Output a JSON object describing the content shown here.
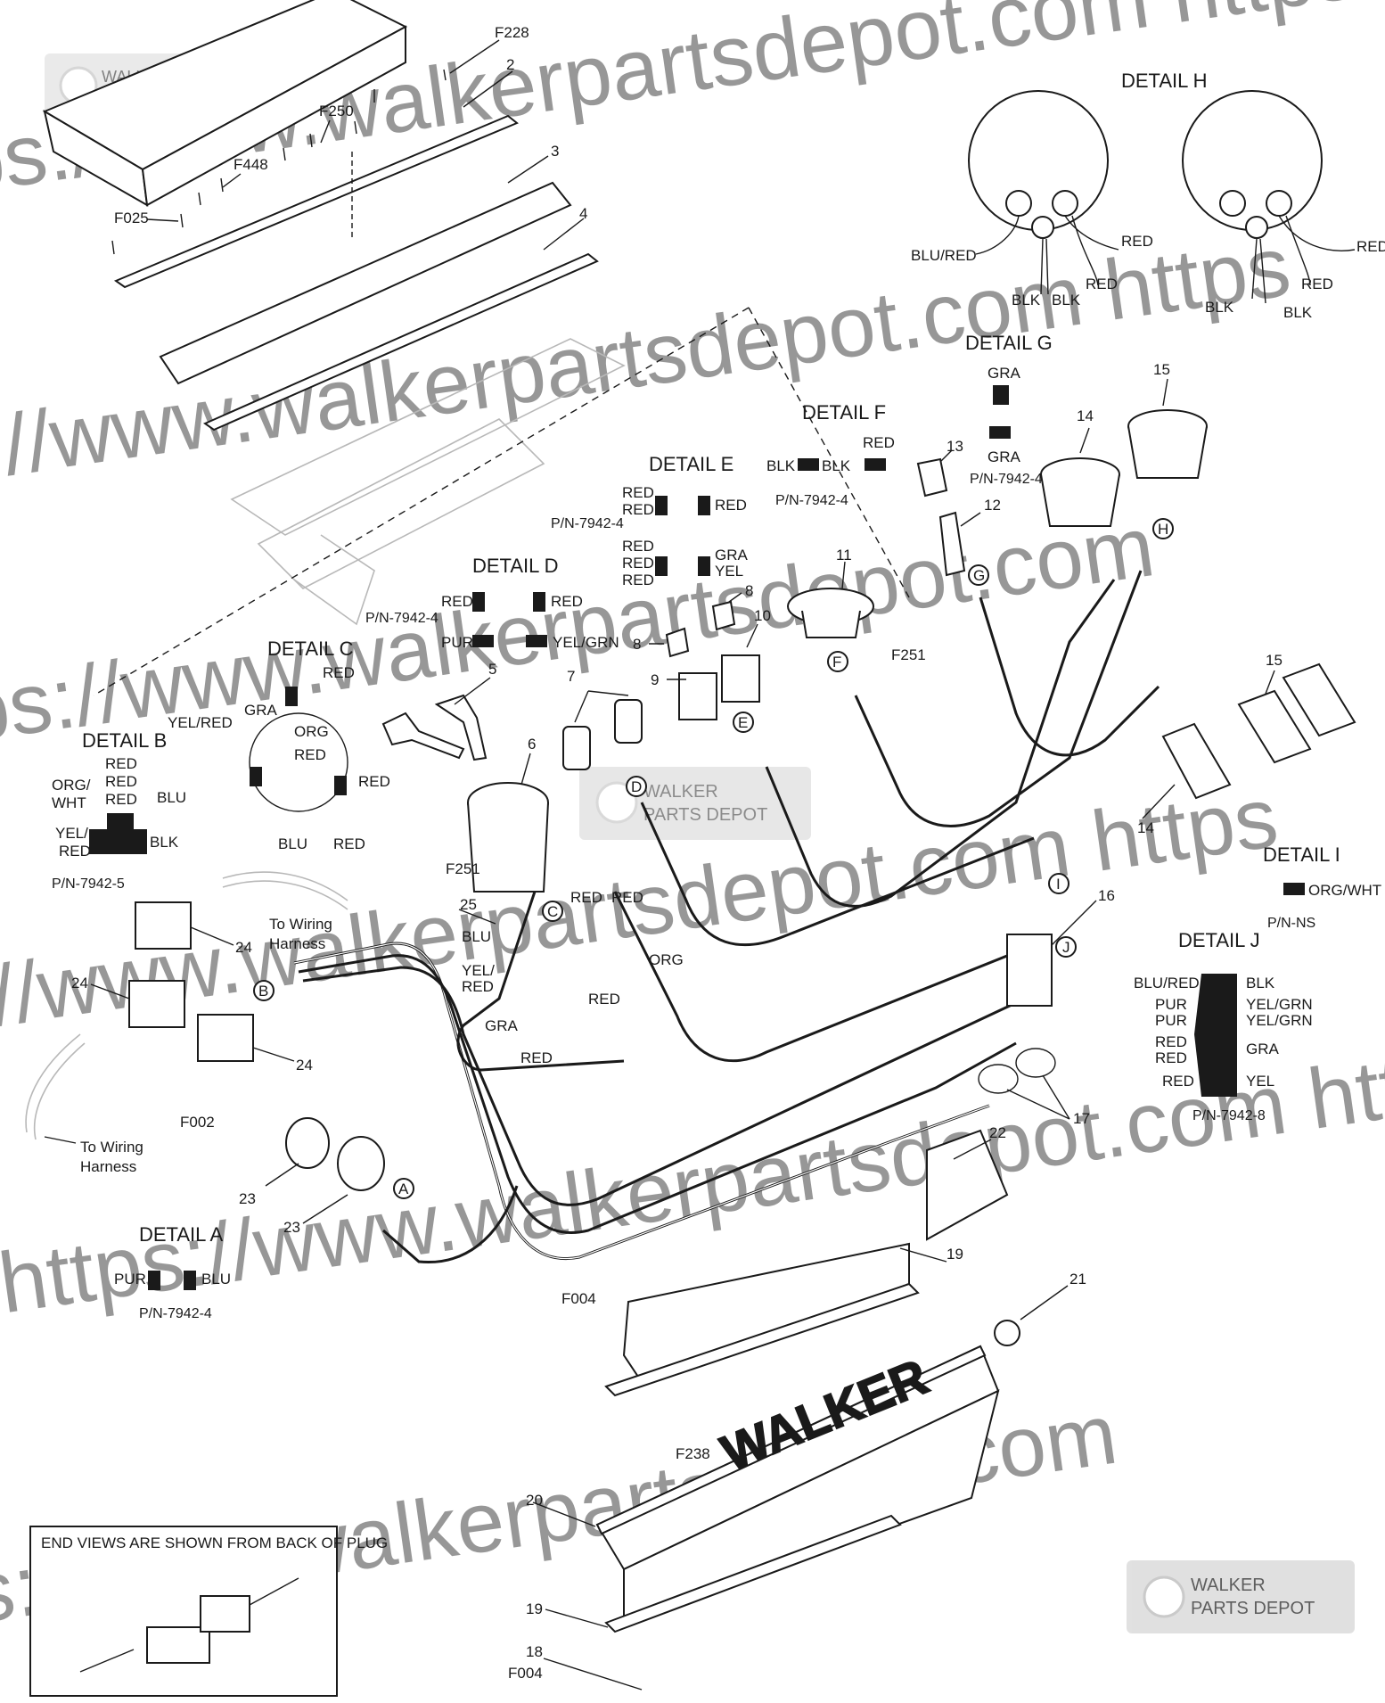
{
  "watermark": {
    "lines": [
      "https://www.walkerpartsdepot.com  https://",
      "https://www.walkerpartsdepot.com  https",
      "https://www.walkerpartsdepot.com",
      "https://www.walkerpartsdepot.com  https",
      "https://www.walkerpartsdepot.com  https",
      "https://www.walkerpartsdepot.com"
    ],
    "logo_text_1": "WALKER",
    "logo_text_2": "PARTS DEPOT"
  },
  "details": {
    "a": {
      "title": "DETAIL A",
      "wires": [
        "PUR",
        "BLU"
      ],
      "pn": "P/N-7942-4"
    },
    "b": {
      "title": "DETAIL B",
      "wires": [
        "RED",
        "RED",
        "RED",
        "ORG/",
        "WHT",
        "BLU",
        "YEL/",
        "RED",
        "BLK"
      ],
      "pn": "P/N-7942-5"
    },
    "c": {
      "title": "DETAIL C",
      "wires": [
        "RED",
        "GRA",
        "YEL/RED",
        "ORG",
        "RED",
        "RED",
        "BLU",
        "RED"
      ]
    },
    "d": {
      "title": "DETAIL D",
      "wires": [
        "RED",
        "RED",
        "PUR",
        "YEL/GRN"
      ],
      "pn": "P/N-7942-4"
    },
    "e": {
      "title": "DETAIL E",
      "wires": [
        "RED",
        "RED",
        "RED",
        "RED",
        "RED",
        "RED",
        "GRA",
        "YEL"
      ],
      "pn": "P/N-7942-4"
    },
    "f": {
      "title": "DETAIL F",
      "wires": [
        "BLK",
        "BLK",
        "RED"
      ],
      "pn": "P/N-7942-4"
    },
    "g": {
      "title": "DETAIL G",
      "wires": [
        "GRA",
        "GRA"
      ],
      "pn": "P/N-7942-4"
    },
    "h": {
      "title": "DETAIL H",
      "wires": [
        "BLU/RED",
        "RED",
        "BLK",
        "BLK",
        "RED",
        "RED",
        "BLK",
        "BLK",
        "RED"
      ]
    },
    "i": {
      "title": "DETAIL I",
      "wires": [
        "ORG/WHT"
      ],
      "pn": "P/N-NS"
    },
    "j": {
      "title": "DETAIL J",
      "left": [
        "BLU/RED",
        "PUR",
        "PUR",
        "RED",
        "RED",
        "RED"
      ],
      "right": [
        "BLK",
        "YEL/GRN",
        "YEL/GRN",
        "GRA",
        "YEL"
      ],
      "pn": "P/N-7942-8"
    }
  },
  "callouts": {
    "f228": "F228",
    "n2": "2",
    "f250": "F250",
    "n3": "3",
    "f448": "F448",
    "f025": "F025",
    "n4": "4",
    "n5": "5",
    "n6": "6",
    "n7": "7",
    "n8a": "8",
    "n8b": "8",
    "n9": "9",
    "n10": "10",
    "n11": "11",
    "n12": "12",
    "n13": "13",
    "n14a": "14",
    "n15a": "15",
    "n14b": "14",
    "n15b": "15",
    "n16": "16",
    "n17": "17",
    "f251a": "F251",
    "f251b": "F251",
    "n25": "25",
    "n24a": "24",
    "n24b": "24",
    "n24c": "24",
    "f002": "F002",
    "n23a": "23",
    "n23b": "23",
    "n22": "22",
    "n19a": "19",
    "n19b": "19",
    "n21": "21",
    "n20": "20",
    "f004a": "F004",
    "f004b": "F004",
    "f238": "F238",
    "n18": "18"
  },
  "harness_notes": {
    "to_wiring_harness_1": "To Wiring",
    "to_wiring_harness_1b": "Harness",
    "to_wiring_harness_2": "To Wiring",
    "to_wiring_harness_2b": "Harness",
    "c_wires": [
      "RED",
      "RED",
      "BLU",
      "ORG",
      "YEL/",
      "RED",
      "RED",
      "GRA",
      "RED"
    ]
  },
  "connector_letters": [
    "A",
    "B",
    "C",
    "D",
    "E",
    "F",
    "G",
    "H",
    "I",
    "J"
  ],
  "panel_logo": "WALKER",
  "end_view_note": "END VIEWS ARE SHOWN FROM BACK OF PLUG"
}
